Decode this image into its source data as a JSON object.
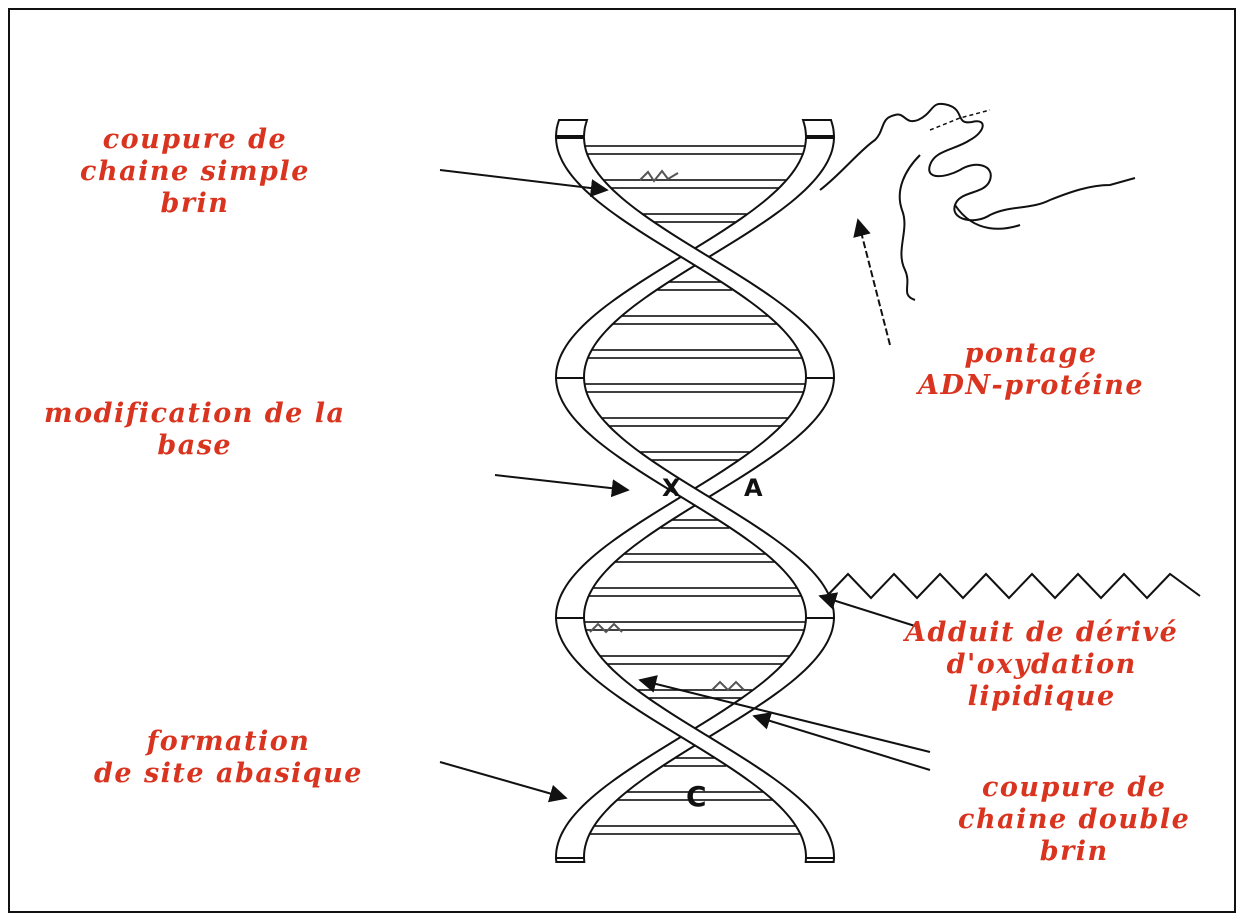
{
  "labels": {
    "single_strand_break": {
      "lines": [
        "coupure de",
        "chaine simple",
        "brin"
      ]
    },
    "dna_protein_crosslink": {
      "lines": [
        "pontage",
        "ADN-protéine"
      ]
    },
    "base_modification": {
      "lines": [
        "modification de la",
        "base"
      ]
    },
    "lipid_oxidation_adduct": {
      "lines": [
        "Adduit de dérivé",
        "d'oxydation",
        "lipidique"
      ]
    },
    "abasic_site_formation": {
      "lines": [
        "formation",
        "de site abasique"
      ]
    },
    "double_strand_break": {
      "lines": [
        "coupure de",
        "chaine double",
        "brin"
      ]
    }
  },
  "bases": {
    "modified": "X",
    "paired": "A",
    "abasic": "C"
  },
  "colors": {
    "label": "#d9341f",
    "line": "#111111",
    "strand_fill": "#ffffff"
  }
}
